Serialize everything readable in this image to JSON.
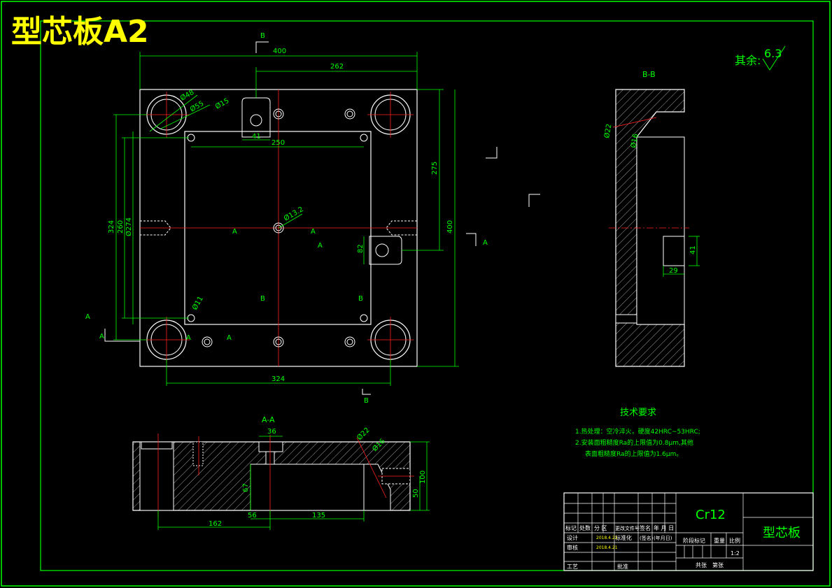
{
  "title": "型芯板A2",
  "roughness": {
    "label": "其余:",
    "value": "6.3"
  },
  "section_labels": {
    "bb": "B-B",
    "aa": "A-A"
  },
  "cut_marks": {
    "a": "A",
    "b": "B"
  },
  "plan_dims": {
    "width": "400",
    "d262": "262",
    "d250": "250",
    "d41": "41",
    "d324_bottom": "324",
    "d324_left": "324",
    "d260": "260",
    "d274": "Ø274",
    "d275": "275",
    "d400_right": "400",
    "d82": "82",
    "dia48": "Ø48",
    "dia55": "Ø55",
    "dia15": "Ø15",
    "dia13": "Ø13.2",
    "dia11": "Ø11"
  },
  "bb_dims": {
    "d22": "Ø22",
    "d16": "Ø16",
    "d41": "41",
    "d29": "29"
  },
  "aa_dims": {
    "d36": "36",
    "d22": "Ø22",
    "d16": "Ø16",
    "d100": "100",
    "d67": "67",
    "d50": "50",
    "d162": "162",
    "d56": "56",
    "d135": "135"
  },
  "tech": {
    "heading": "技术要求",
    "line1": "1.热处理：空冷淬火，硬度42HRC~53HRC;",
    "line2": "2.安装面粗糙度Ra的上限值为0.8μm,其他",
    "line3": "表面粗糙度Ra的上限值为1.6μm。"
  },
  "title_block": {
    "material": "Cr12",
    "part_name": "型芯板",
    "scale": "1:2",
    "rev_headers": [
      "标记",
      "处数",
      "分 区",
      "更改文件号",
      "签名",
      "年 月 日"
    ],
    "row_design": "设计",
    "row_check": "审核",
    "row_process": "工艺",
    "date1": "2018.4.21",
    "date2": "2018.4.21",
    "std": "标准化",
    "sign": "(签名)",
    "ymd": "(年月日)",
    "approve": "批准",
    "stage_mark": "阶段标记",
    "weight": "重量",
    "ratio": "比例",
    "sheets": "共张",
    "sheet_no": "第张"
  },
  "colors": {
    "frame": "#00ff00",
    "line": "#ffffff",
    "dim": "#00ff00",
    "center": "#ff2020",
    "title": "#ffff00",
    "hatch": "#ffffff"
  }
}
